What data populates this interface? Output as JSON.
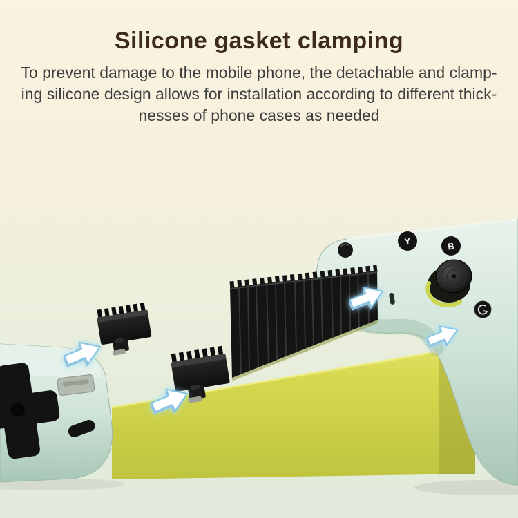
{
  "header": {
    "title": "Silicone gasket clamping",
    "description_lines": [
      "To prevent damage to the mobile phone, the detachable and clamp-",
      "ing silicone design allows for installation according to different thick-",
      "nesses of phone cases as needed"
    ]
  },
  "product": {
    "buttons": {
      "y_label": "Y",
      "b_label": "B"
    },
    "colors": {
      "background_top": "#f9f3e1",
      "background_bottom": "#e2eadb",
      "controller_body": "#cfe3d7",
      "strap_yellow": "#d6d94f",
      "gasket_black": "#161616",
      "arrow_white": "#ffffff",
      "arrow_glow": "#9fdcf7",
      "title_text": "#3b2a1d",
      "body_text": "#3e3e3e"
    }
  }
}
